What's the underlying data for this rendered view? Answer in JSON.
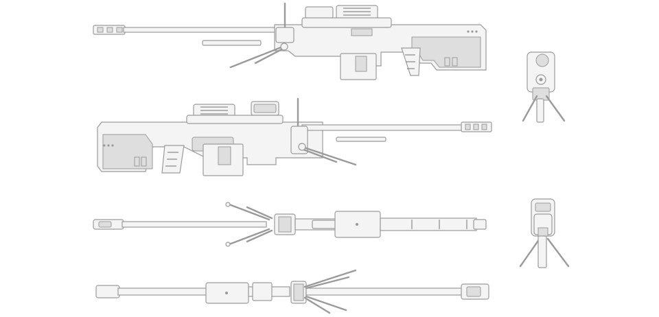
{
  "colors": {
    "background": "#ffffff",
    "body": "#f4f4f4",
    "edge": "#9a9a9a",
    "shade": "#d8d8d8",
    "dark": "#8a8a8a"
  },
  "views": [
    {
      "name": "side-view-right",
      "icon": "sniper-rifle-icon"
    },
    {
      "name": "side-view-left",
      "icon": "sniper-rifle-icon"
    },
    {
      "name": "top-view",
      "icon": "sniper-rifle-icon"
    },
    {
      "name": "bottom-view",
      "icon": "sniper-rifle-icon"
    },
    {
      "name": "front-view",
      "icon": "sniper-rifle-icon"
    },
    {
      "name": "rear-view",
      "icon": "sniper-rifle-icon"
    }
  ]
}
